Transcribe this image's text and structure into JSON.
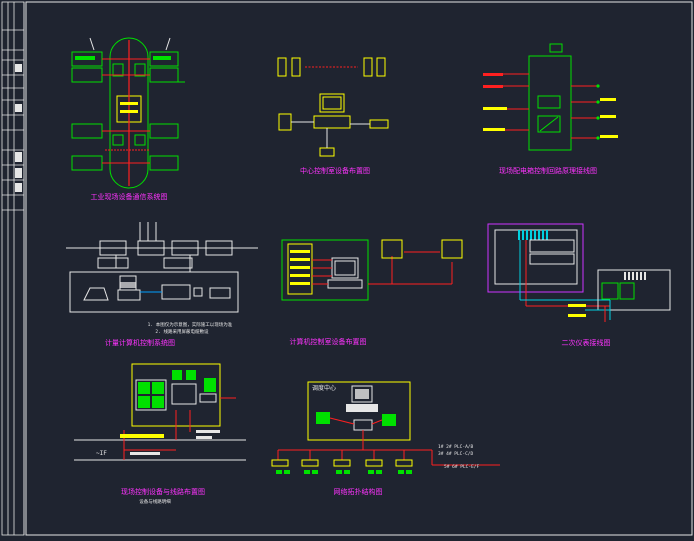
{
  "titles": {
    "d1": "工业现场设备通信系统图",
    "d2": "中心控制室设备布置图",
    "d3": "现场配电箱控制回路原理接线图",
    "d4": "计量计算机控制系统图",
    "d5": "计算机控制室设备布置图",
    "d6": "二次仪表接线图",
    "d7": "现场控制设备与线路布置图",
    "d8": "网络拓扑结构图"
  },
  "labels": {
    "subnote": "设备与线路明细",
    "d8_label": "调度中心",
    "bus_label1": "1# 2# PLC-A/B",
    "bus_label2": "3# 4# PLC-C/D",
    "bus_label3": "5# 6# PLC-E/F",
    "note1": "1. 本图仅为示意图，实际施工以现场为准",
    "note2": "2. 线路采用屏蔽电缆敷设"
  }
}
